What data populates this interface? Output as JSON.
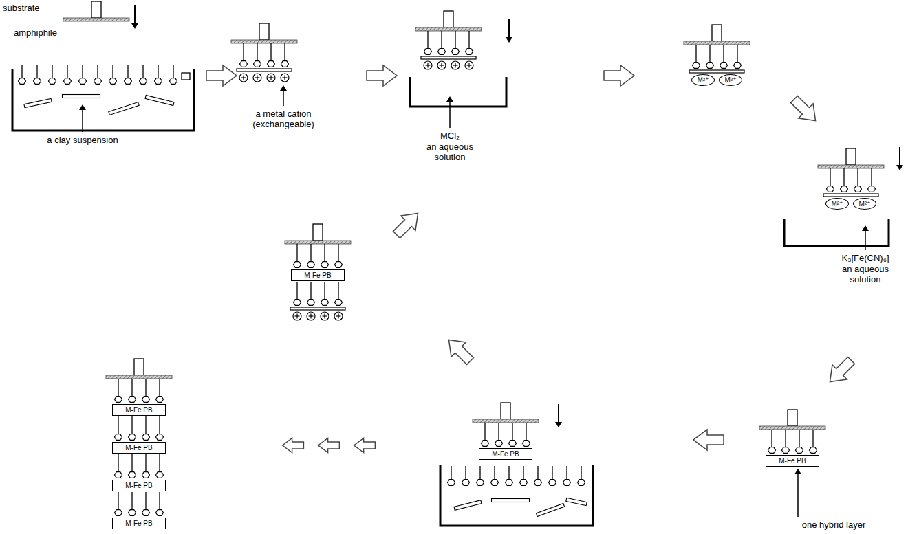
{
  "diagram": {
    "nodes": [
      {
        "text": [
          "M²⁺"
        ]
      },
      {
        "text": [
          "M²⁺"
        ]
      },
      {
        "text": [
          "M²⁺"
        ]
      },
      {
        "text": [
          "M²⁺"
        ]
      },
      {
        "text": [
          "M-Fe PB"
        ]
      },
      {
        "text": [
          "M-Fe PB"
        ]
      },
      {
        "text": [
          "M-Fe PB"
        ]
      },
      {
        "text": [
          "M-Fe PB"
        ]
      },
      {
        "text": [
          "M-Fe PB"
        ]
      },
      {
        "text": [
          "M-Fe PB"
        ]
      },
      {
        "text": [
          "M-Fe PB"
        ]
      }
    ],
    "labels": [
      "substrate",
      "amphiphile",
      "a clay suspension",
      "a metal cation (exchangeable)",
      "MCl₂",
      "an aqueous solution",
      "K₃[Fe(CN)₆]",
      "an aqueous solution",
      "one hybrid layer"
    ]
  }
}
